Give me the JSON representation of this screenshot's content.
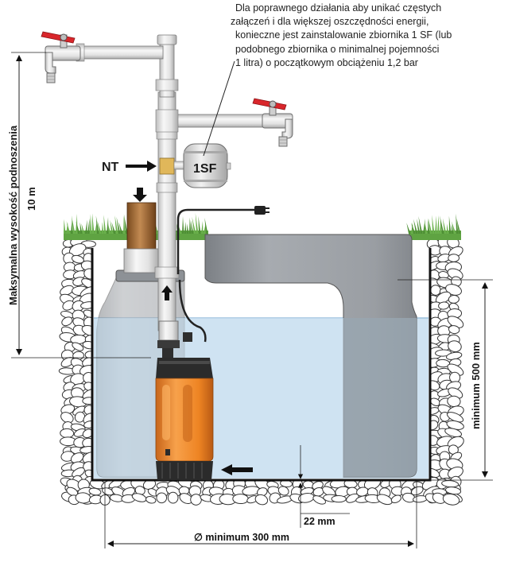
{
  "note": {
    "lines": [
      "Dla poprawnego działania aby unikać częstych",
      "załączeń i dla większej oszczędności energii,",
      "konieczne jest zainstalowanie zbiornika 1 SF (lub",
      "podobnego zbiornika o minimalnej pojemności",
      "1 litra) o początkowym obciążeniu 1,2 bar"
    ]
  },
  "labels": {
    "nt": "NT",
    "tank": "1SF",
    "max_height_title": "Maksymalna wysokość podnoszenia",
    "max_height_value": "10 m",
    "min_depth": "minimum 500 mm",
    "gap": "22 mm",
    "diameter": "∅ minimum 300 mm"
  },
  "colors": {
    "water": "#cfe3f2",
    "pump_orange": "#f08a24",
    "pump_dark": "#2b2b2b",
    "handle_red": "#d9262b",
    "grass": "#6ab04c",
    "housing": "#9a9ea3",
    "pipe": "#e6e6e6"
  }
}
